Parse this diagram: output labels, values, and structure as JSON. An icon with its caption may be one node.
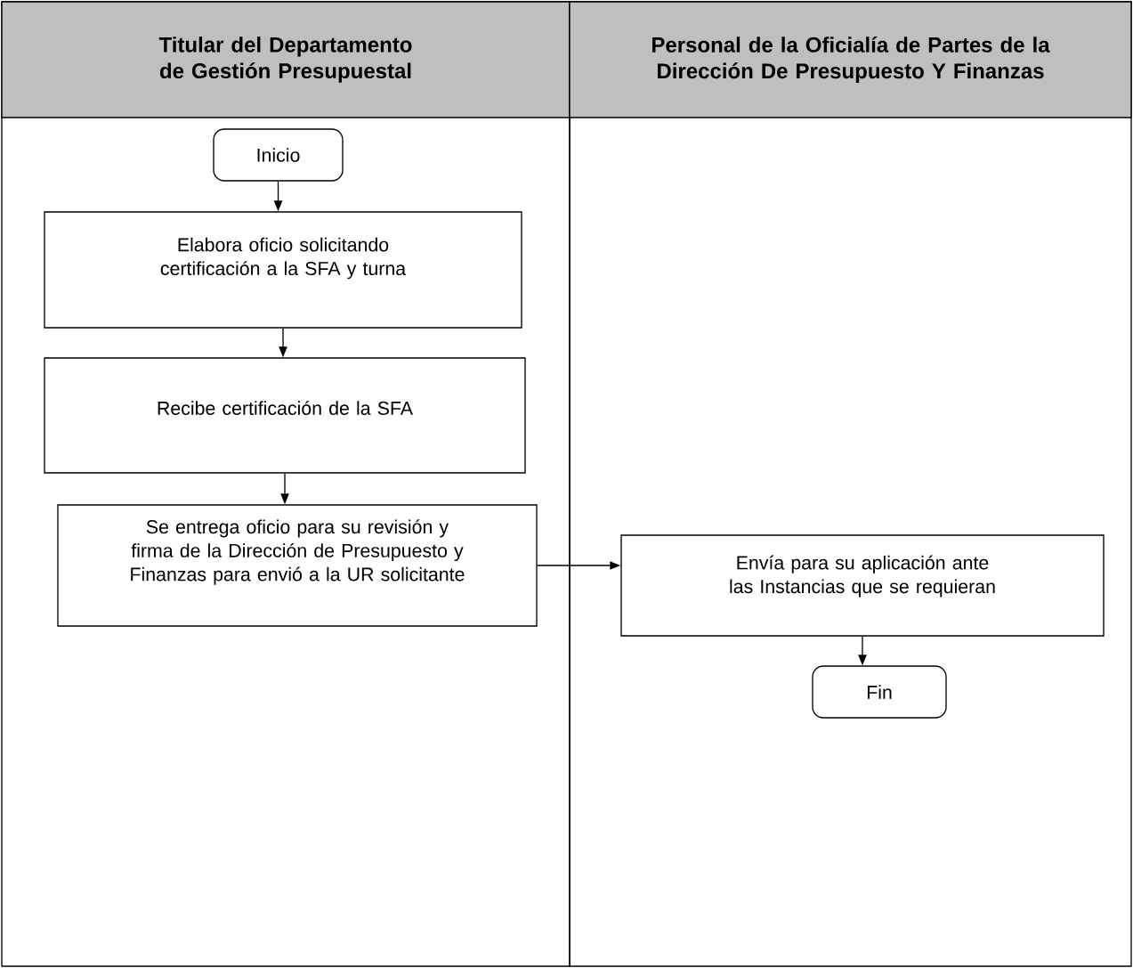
{
  "diagram": {
    "nodes": [
      {
        "text": [
          "Titular del Departamento de Gestión Presupuestal"
        ]
      },
      {
        "text": [
          "Personal de la Oficialía de Partes de la Dirección De Presupuesto Y Finanzas"
        ]
      },
      {
        "text": [
          "Inicio"
        ],
        "in": 0
      },
      {
        "text": [
          "Elabora oficio solicitando certificación a la SFA y turna"
        ],
        "in": 0
      },
      {
        "text": [
          "Recibe certificación de la SFA"
        ],
        "in": 0
      },
      {
        "text": [
          "Se entrega oficio para su revisión y firma de la Dirección de Presupuesto y Finanzas para envió a la UR solicitante"
        ],
        "in": 0
      },
      {
        "text": [
          "Envía para su aplicación ante las Instancias que se requieran"
        ],
        "in": 1
      },
      {
        "text": [
          "Fin"
        ],
        "in": 1
      }
    ],
    "edges": [
      {
        "from": 2,
        "to": 3,
        "arrow": "to"
      },
      {
        "from": 3,
        "to": 4,
        "arrow": "to"
      },
      {
        "from": 4,
        "to": 5,
        "arrow": "to"
      },
      {
        "from": 5,
        "to": 6,
        "arrow": "to"
      },
      {
        "from": 6,
        "to": 7,
        "arrow": "to"
      }
    ]
  }
}
